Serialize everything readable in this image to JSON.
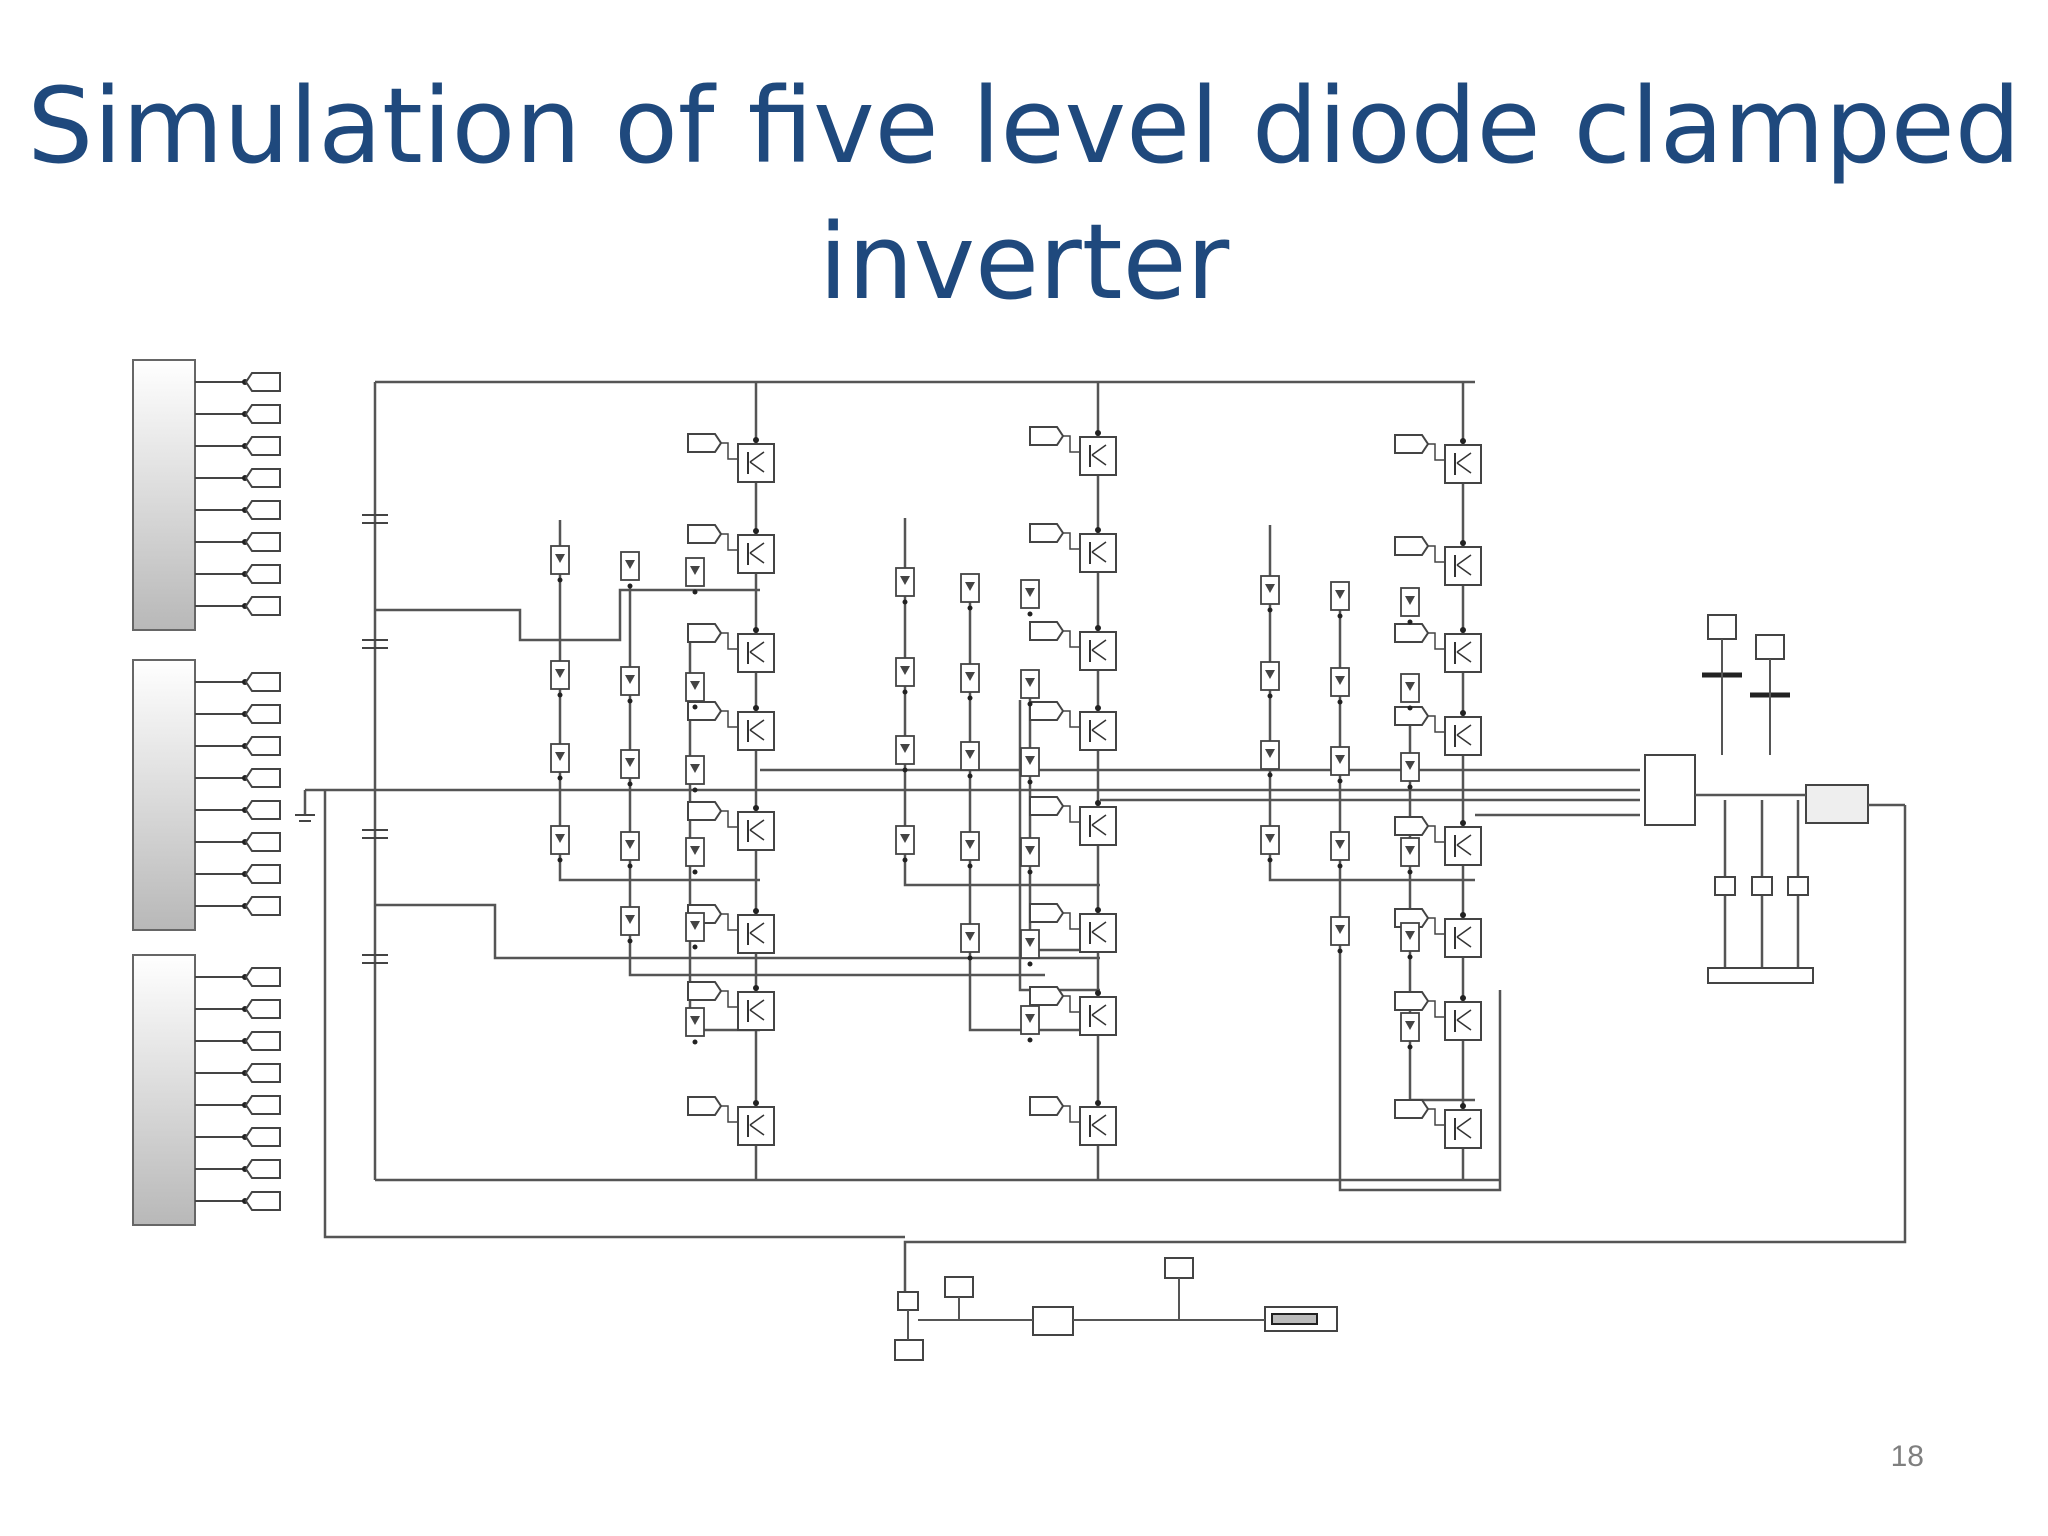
{
  "slide": {
    "title_line1": "Simulation of five level diode clamped",
    "title_line2": "inverter",
    "page_number": "18"
  },
  "diagram": {
    "type": "simulink-circuit",
    "pulse_generator_groups": 3,
    "outputs_per_group": 8,
    "phase_legs": 3,
    "switches_per_leg": 8,
    "dc_capacitors": 4
  }
}
